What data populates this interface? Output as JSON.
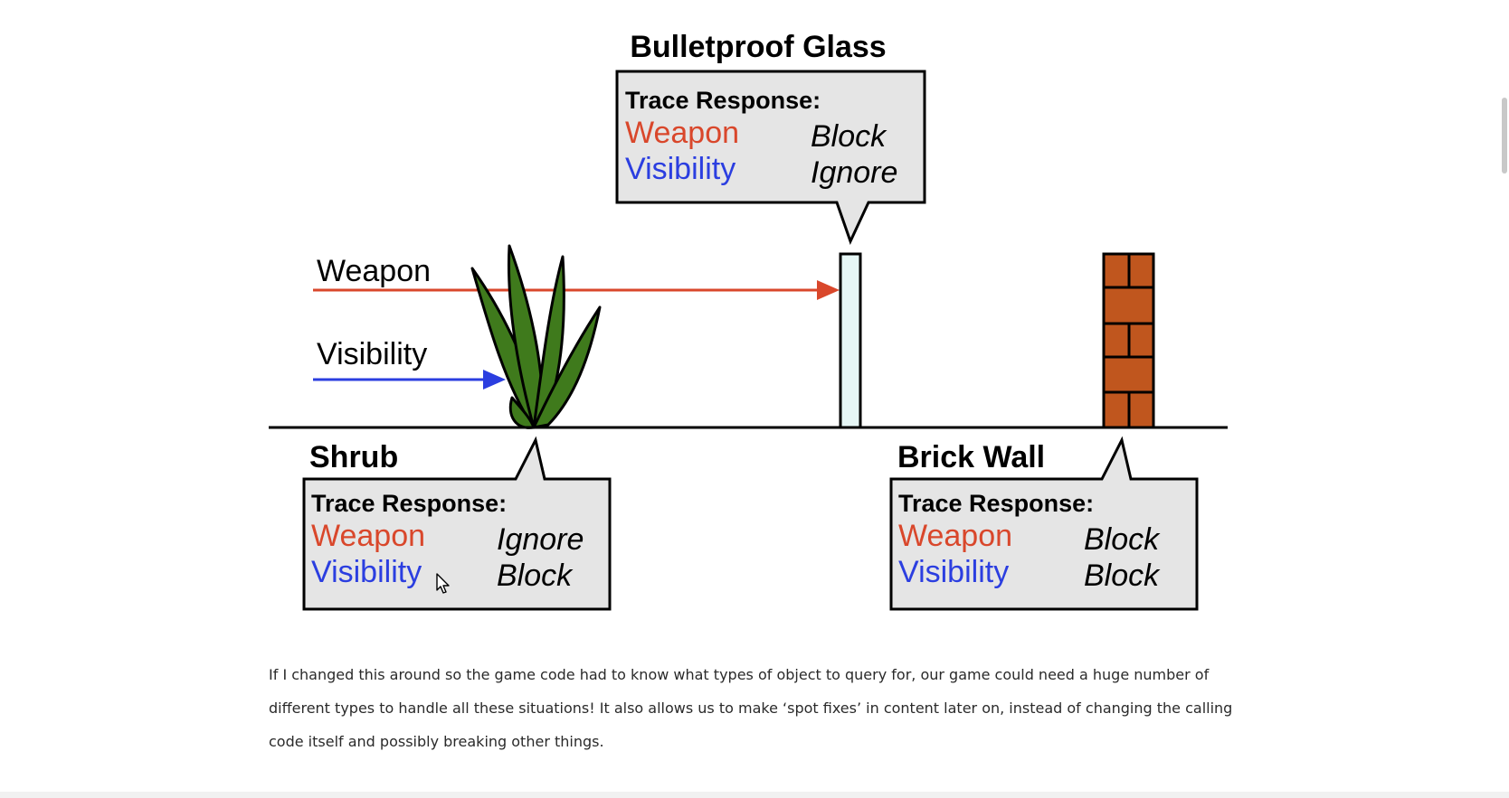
{
  "diagram": {
    "glass": {
      "title": "Bulletproof Glass",
      "header": "Trace Response:",
      "rows": [
        {
          "channel": "Weapon",
          "response": "Block"
        },
        {
          "channel": "Visibility",
          "response": "Ignore"
        }
      ]
    },
    "shrub": {
      "title": "Shrub",
      "header": "Trace Response:",
      "rows": [
        {
          "channel": "Weapon",
          "response": "Ignore"
        },
        {
          "channel": "Visibility",
          "response": "Block"
        }
      ]
    },
    "brick": {
      "title": "Brick Wall",
      "header": "Trace Response:",
      "rows": [
        {
          "channel": "Weapon",
          "response": "Block"
        },
        {
          "channel": "Visibility",
          "response": "Block"
        }
      ]
    },
    "rays": {
      "weapon_label": "Weapon",
      "visibility_label": "Visibility"
    },
    "colors": {
      "weapon": "#d9472b",
      "visibility": "#2b3ee0",
      "callout_fill": "#e5e5e5",
      "shrub": "#3f7a1c",
      "brick": "#c0561e",
      "glass": "#e6f7f6"
    }
  },
  "article": {
    "paragraph": "If I changed this around so the game code had to know what types of object to query for, our game could need a huge number of different types to handle all these situations! It also allows us to make ‘spot fixes’ in content later on, instead of changing the calling code itself and possibly breaking other things."
  },
  "cursor_icon": "mouse-pointer-icon"
}
